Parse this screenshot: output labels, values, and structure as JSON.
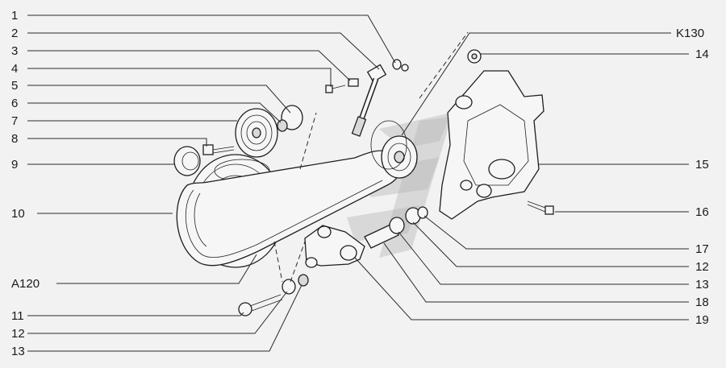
{
  "callouts": {
    "c1": "1",
    "c2": "2",
    "c3": "3",
    "c4": "4",
    "c5": "5",
    "c6": "6",
    "c7": "7",
    "c8": "8",
    "c9": "9",
    "c10": "10",
    "a120": "A120",
    "c11": "11",
    "c12b": "12",
    "c13b": "13",
    "k130": "K130",
    "c14": "14",
    "c15": "15",
    "c16": "16",
    "c17": "17",
    "c12r": "12",
    "c13r": "13",
    "c18": "18",
    "c19": "19"
  }
}
